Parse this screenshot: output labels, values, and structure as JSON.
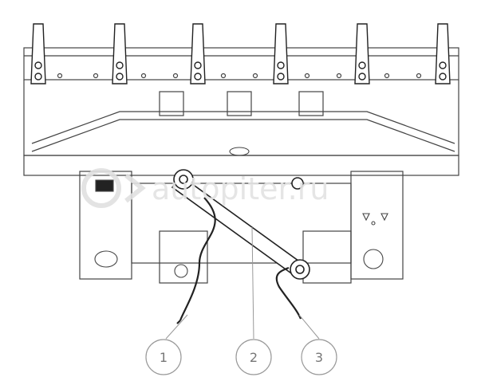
{
  "watermark": {
    "text": "autopiter.ru"
  },
  "callouts": [
    {
      "label": "1"
    },
    {
      "label": "2"
    },
    {
      "label": "3"
    }
  ],
  "colors": {
    "line": "#333333",
    "watermark": "#e0e0e0",
    "callout": "#888888"
  }
}
